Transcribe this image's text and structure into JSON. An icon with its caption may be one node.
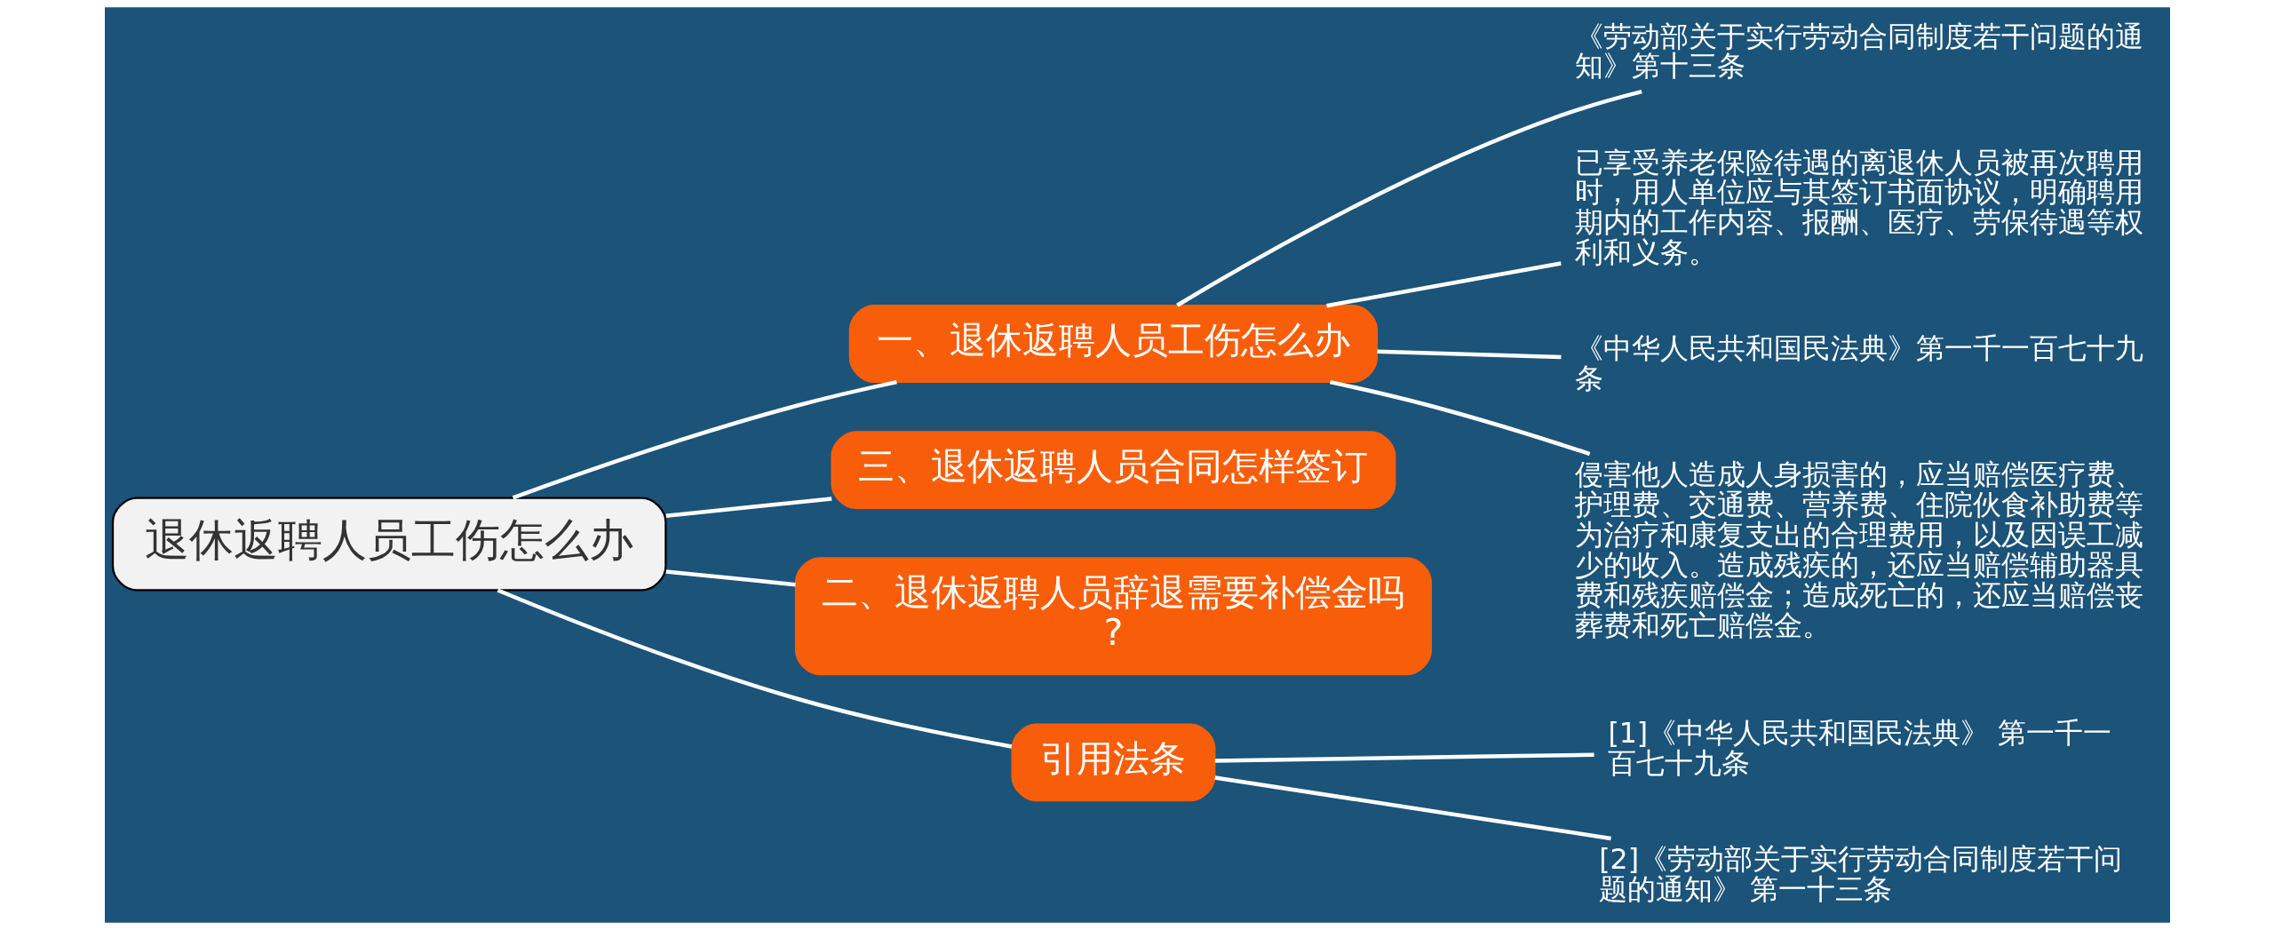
{
  "diagram": {
    "nodes": [
      {
        "text": [
          "退休返聘人员工伤怎么办"
        ]
      },
      {
        "text": [
          "一、退休返聘人员工伤怎么办"
        ]
      },
      {
        "text": [
          "《劳动部关于实行劳动合同制度若干问题的通知》第十三条"
        ]
      },
      {
        "text": [
          "已享受养老保险待遇的离退休人员被再次聘用时，用人单位应与其签订书面协议，明确聘用期内的工作内容、报酬、医疗、劳保待遇等权利和义务。"
        ]
      },
      {
        "text": [
          "《中华人民共和国民法典》第一千一百七十九条"
        ]
      },
      {
        "text": [
          "侵害他人造成人身损害的，应当赔偿医疗费、护理费、交通费、营养费、住院伙食补助费等为治疗和康复支出的合理费用，以及因误工减少的收入。造成残疾的，还应当赔偿辅助器具费和残疾赔偿金；造成死亡的，还应当赔偿丧葬费和死亡赔偿金。"
        ]
      },
      {
        "text": [
          "三、退休返聘人员合同怎样签订"
        ]
      },
      {
        "text": [
          "二、退休返聘人员辞退需要补偿金吗?"
        ]
      },
      {
        "text": [
          "引用法条"
        ]
      },
      {
        "text": [
          "[1]《中华人民共和国民法典》 第一千一百七十九条"
        ]
      },
      {
        "text": [
          "[2]《劳动部关于实行劳动合同制度若干问题的通知》 第一十三条"
        ]
      }
    ],
    "edges": [
      {
        "from": 0,
        "to": 1,
        "arrow": "none"
      },
      {
        "from": 1,
        "to": 2,
        "arrow": "none"
      },
      {
        "from": 1,
        "to": 3,
        "arrow": "none"
      },
      {
        "from": 1,
        "to": 4,
        "arrow": "none"
      },
      {
        "from": 1,
        "to": 5,
        "arrow": "none"
      },
      {
        "from": 0,
        "to": 6,
        "arrow": "none"
      },
      {
        "from": 0,
        "to": 7,
        "arrow": "none"
      },
      {
        "from": 0,
        "to": 8,
        "arrow": "none"
      },
      {
        "from": 8,
        "to": 9,
        "arrow": "none"
      },
      {
        "from": 8,
        "to": 10,
        "arrow": "none"
      }
    ]
  }
}
